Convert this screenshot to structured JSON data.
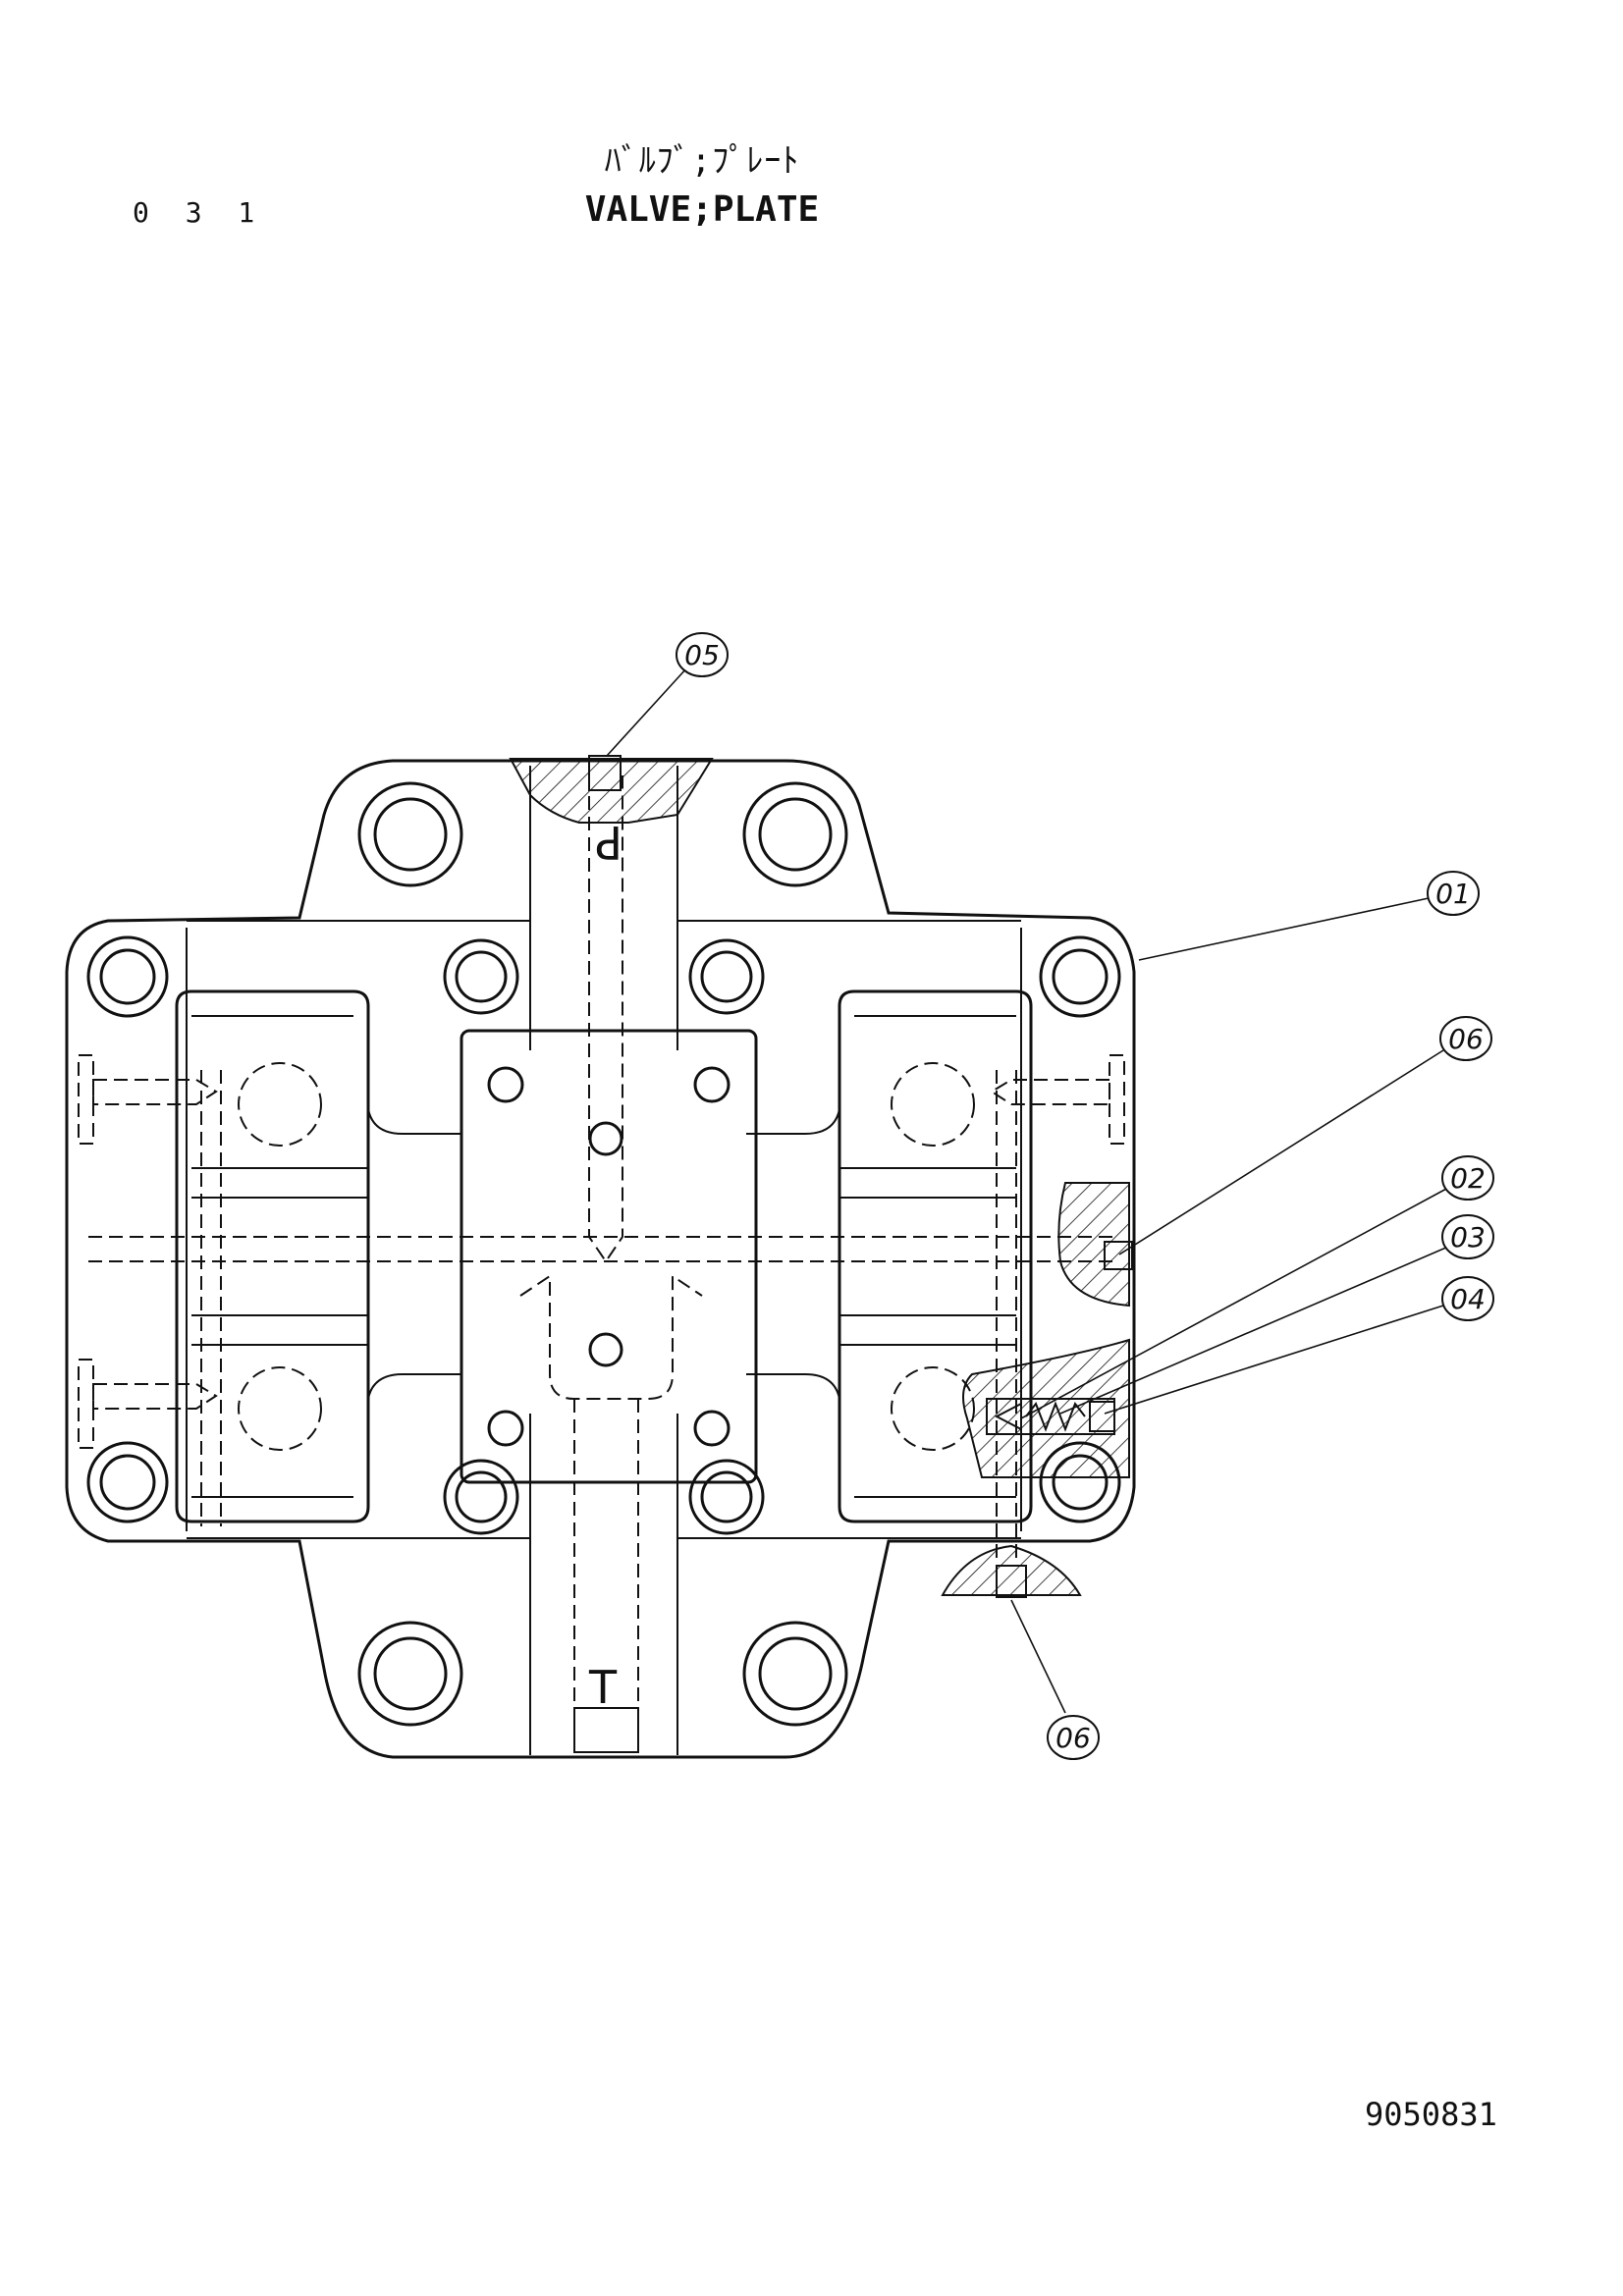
{
  "header": {
    "page_number": "0 3 1",
    "title_jp": "ﾊﾞﾙﾌﾞ;ﾌﾟﾚｰﾄ",
    "title_en": "VALVE;PLATE"
  },
  "footer": {
    "document_number": "9050831"
  },
  "callouts": {
    "c01": "01",
    "c02": "02",
    "c03": "03",
    "c04": "04",
    "c05": "05",
    "c06a": "06",
    "c06b": "06"
  },
  "port_marks": {
    "p": "P",
    "t": "T"
  }
}
